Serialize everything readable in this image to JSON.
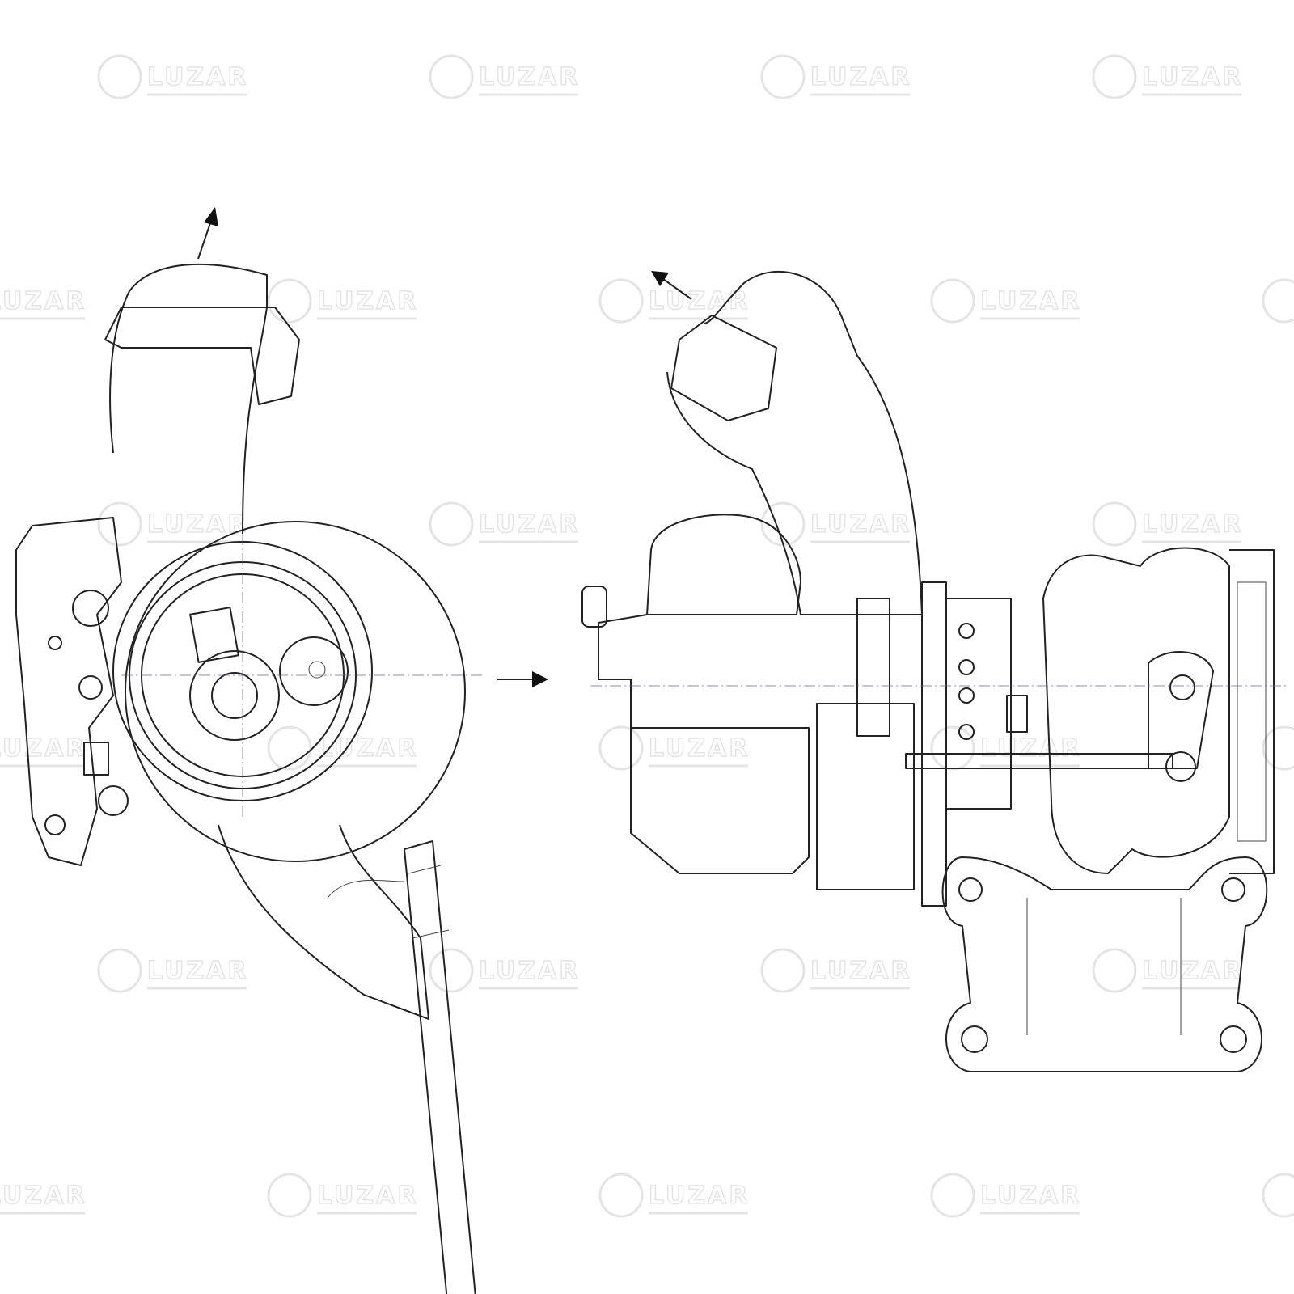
{
  "watermark": {
    "brand": "LUZAR",
    "color": "#e4e4e4"
  },
  "drawing": {
    "views": [
      "front-view",
      "side-view"
    ],
    "arrows": [
      "outlet-arrow-left-view",
      "view-direction-arrow",
      "outlet-arrow-right-view"
    ],
    "line_color": "#222222"
  }
}
